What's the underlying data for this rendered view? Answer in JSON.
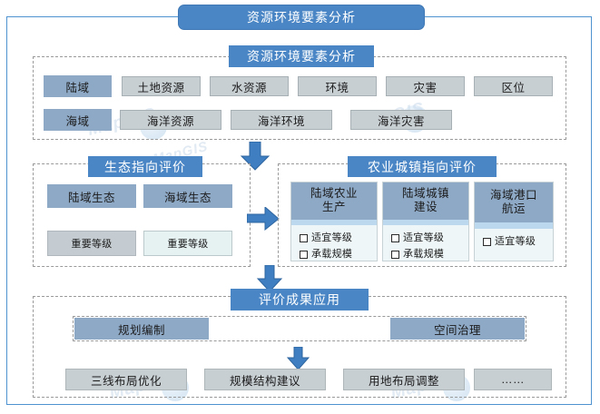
{
  "title": "资源环境要素分析",
  "colors": {
    "header_blue": "#4a86c5",
    "solid_blue_grey": "#8ea9c6",
    "light_grey": "#c8cfd3",
    "card_body": "#eef6f7",
    "card_strip": "#bcd8ef",
    "frame_blue": "#4f93d1",
    "dashed_grey": "#9a9a9a"
  },
  "sections": {
    "factors": {
      "header": "资源环境要素分析",
      "row1": [
        {
          "label": "陆域",
          "style": "solid"
        },
        {
          "label": "土地资源",
          "style": "grey"
        },
        {
          "label": "水资源",
          "style": "grey"
        },
        {
          "label": "环境",
          "style": "grey"
        },
        {
          "label": "灾害",
          "style": "grey"
        },
        {
          "label": "区位",
          "style": "grey"
        }
      ],
      "row2": [
        {
          "label": "海域",
          "style": "solid"
        },
        {
          "label": "海洋资源",
          "style": "grey"
        },
        {
          "label": "海洋环境",
          "style": "grey"
        },
        {
          "label": "海洋灾害",
          "style": "grey"
        }
      ]
    },
    "ecology": {
      "header": "生态指向评价",
      "columns": [
        {
          "title": "陆域生态",
          "level": "重要等级"
        },
        {
          "title": "海域生态",
          "level": "重要等级"
        }
      ]
    },
    "agri_urban": {
      "header": "农业城镇指向评价",
      "cards": [
        {
          "title": "陆域农业\n生产",
          "title_l1": "陆域农业",
          "title_l2": "生产",
          "items": [
            "适宜等级",
            "承载规模"
          ]
        },
        {
          "title": "陆域城镇\n建设",
          "title_l1": "陆域城镇",
          "title_l2": "建设",
          "items": [
            "适宜等级",
            "承载规模"
          ]
        },
        {
          "title": "海域港口\n航运",
          "title_l1": "海域港口",
          "title_l2": "航运",
          "items": [
            "适宜等级"
          ]
        }
      ]
    },
    "application": {
      "header": "评价成果应用",
      "top_row": [
        {
          "label": "规划编制"
        },
        {
          "label": "空间治理"
        }
      ],
      "bottom_row": [
        {
          "label": "三线布局优化"
        },
        {
          "label": "规模结构建议"
        },
        {
          "label": "用地布局调整"
        },
        {
          "label": "……"
        }
      ]
    }
  },
  "watermarks": [
    "MapGIS",
    "MapGIS",
    "MapGIS",
    "MapGIS",
    "MapGIS"
  ],
  "arrows": [
    {
      "name": "arrow-factors-to-agri",
      "direction": "down"
    },
    {
      "name": "arrow-ecology-to-agri",
      "direction": "right"
    },
    {
      "name": "arrow-evaluation-to-application",
      "direction": "down"
    },
    {
      "name": "arrow-application-to-outputs",
      "direction": "down"
    }
  ]
}
